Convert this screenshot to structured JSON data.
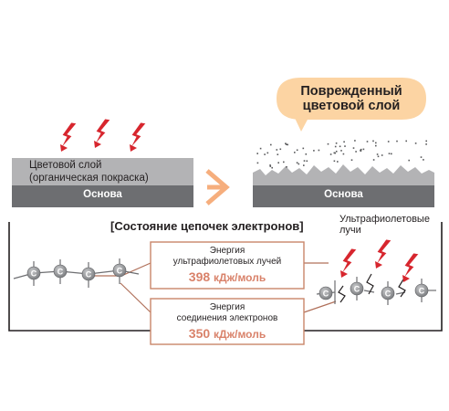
{
  "left_panel": {
    "color_layer_label": "Цветовой слой",
    "color_layer_sublabel": "(органическая покраска)",
    "base_label": "Основа"
  },
  "right_panel": {
    "callout_line1": "Поврежденный",
    "callout_line2": "цветовой слой",
    "base_label": "Основа"
  },
  "bottom_section": {
    "title": "[Состояние цепочек электронов]",
    "uv_label_line1": "Ультрафиолетовые",
    "uv_label_line2": "лучи",
    "atom_symbol": "C",
    "uv_energy_box": {
      "line1": "Энергия",
      "line2": "ультрафиолетовых лучей",
      "value": "398",
      "unit": "кДж/моль"
    },
    "bond_energy_box": {
      "line1": "Энергия",
      "line2": "соединения электронов",
      "value": "350",
      "unit": "кДж/моль"
    }
  },
  "colors": {
    "lightning": "#d7262e",
    "arrow": "#f6ae7d",
    "callout_fill": "#fcd4a3",
    "box_border": "#c9856a",
    "value_color": "#d9826a",
    "color_layer": "#b3b3b5",
    "base_layer": "#6d6e71"
  }
}
